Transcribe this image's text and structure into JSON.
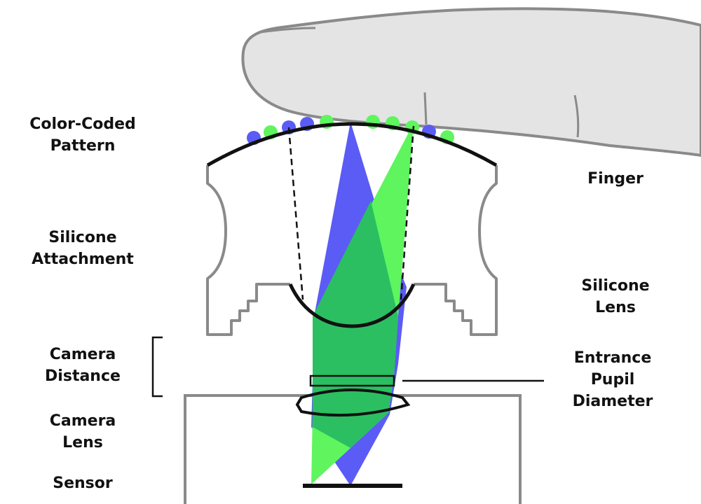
{
  "labels": {
    "color_coded_pattern": [
      "Color-Coded",
      "Pattern"
    ],
    "finger": [
      "Finger"
    ],
    "silicone_attachment": [
      "Silicone",
      "Attachment"
    ],
    "silicone_lens": [
      "Silicone",
      "Lens"
    ],
    "camera_distance": [
      "Camera",
      "Distance"
    ],
    "entrance_pupil_diameter": [
      "Entrance",
      "Pupil",
      "Diameter"
    ],
    "camera_lens": [
      "Camera",
      "Lens"
    ],
    "sensor": [
      "Sensor"
    ]
  },
  "colors": {
    "finger_fill": "#e4e4e4",
    "outline_gray": "#8a8a8a",
    "ray_blue": "#5b5bf5",
    "ray_green": "#5ef55e",
    "ray_overlap": "#2bbf62",
    "ink": "#111111"
  }
}
